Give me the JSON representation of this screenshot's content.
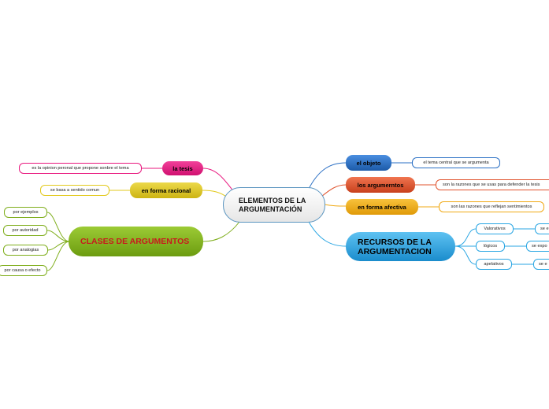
{
  "center": "ELEMENTOS DE LA ARGUMENTACIÓN",
  "left": {
    "tesis": {
      "label": "la tesis",
      "detail": "es la opinion peronal que propone sonbre el tema",
      "color": "#e8177e"
    },
    "racional": {
      "label": "en forma racional",
      "detail": "se basa a sentido comun",
      "color": "#e2c91c"
    },
    "clases": {
      "label": "CLASES DE ARGUMENTOS",
      "color": "#7fae1c",
      "text_color": "#c8191e",
      "items": [
        "por ejemplos",
        "por autoridad",
        "por analogias",
        "por causa o efecto"
      ]
    }
  },
  "right": {
    "objeto": {
      "label": "el objeto",
      "detail": "el tema central que se argumenta",
      "color": "#2a6fc4"
    },
    "argumentos": {
      "label": "los argumerntos",
      "detail": "son la razones que se usas para defender  la tesis",
      "color": "#e0532d"
    },
    "afectiva": {
      "label": "en forma afectiva",
      "detail": "son las razones que reflejan sentimientos",
      "color": "#f0a914"
    },
    "recursos": {
      "label": "RECURSOS DE LA ARGUMENTACION",
      "color": "#2aa6e3",
      "items": [
        {
          "label": "Valorativos",
          "detail": "se e"
        },
        {
          "label": "lógicos",
          "detail": "se expo"
        },
        {
          "label": "apelativos",
          "detail": "se e"
        }
      ]
    }
  }
}
